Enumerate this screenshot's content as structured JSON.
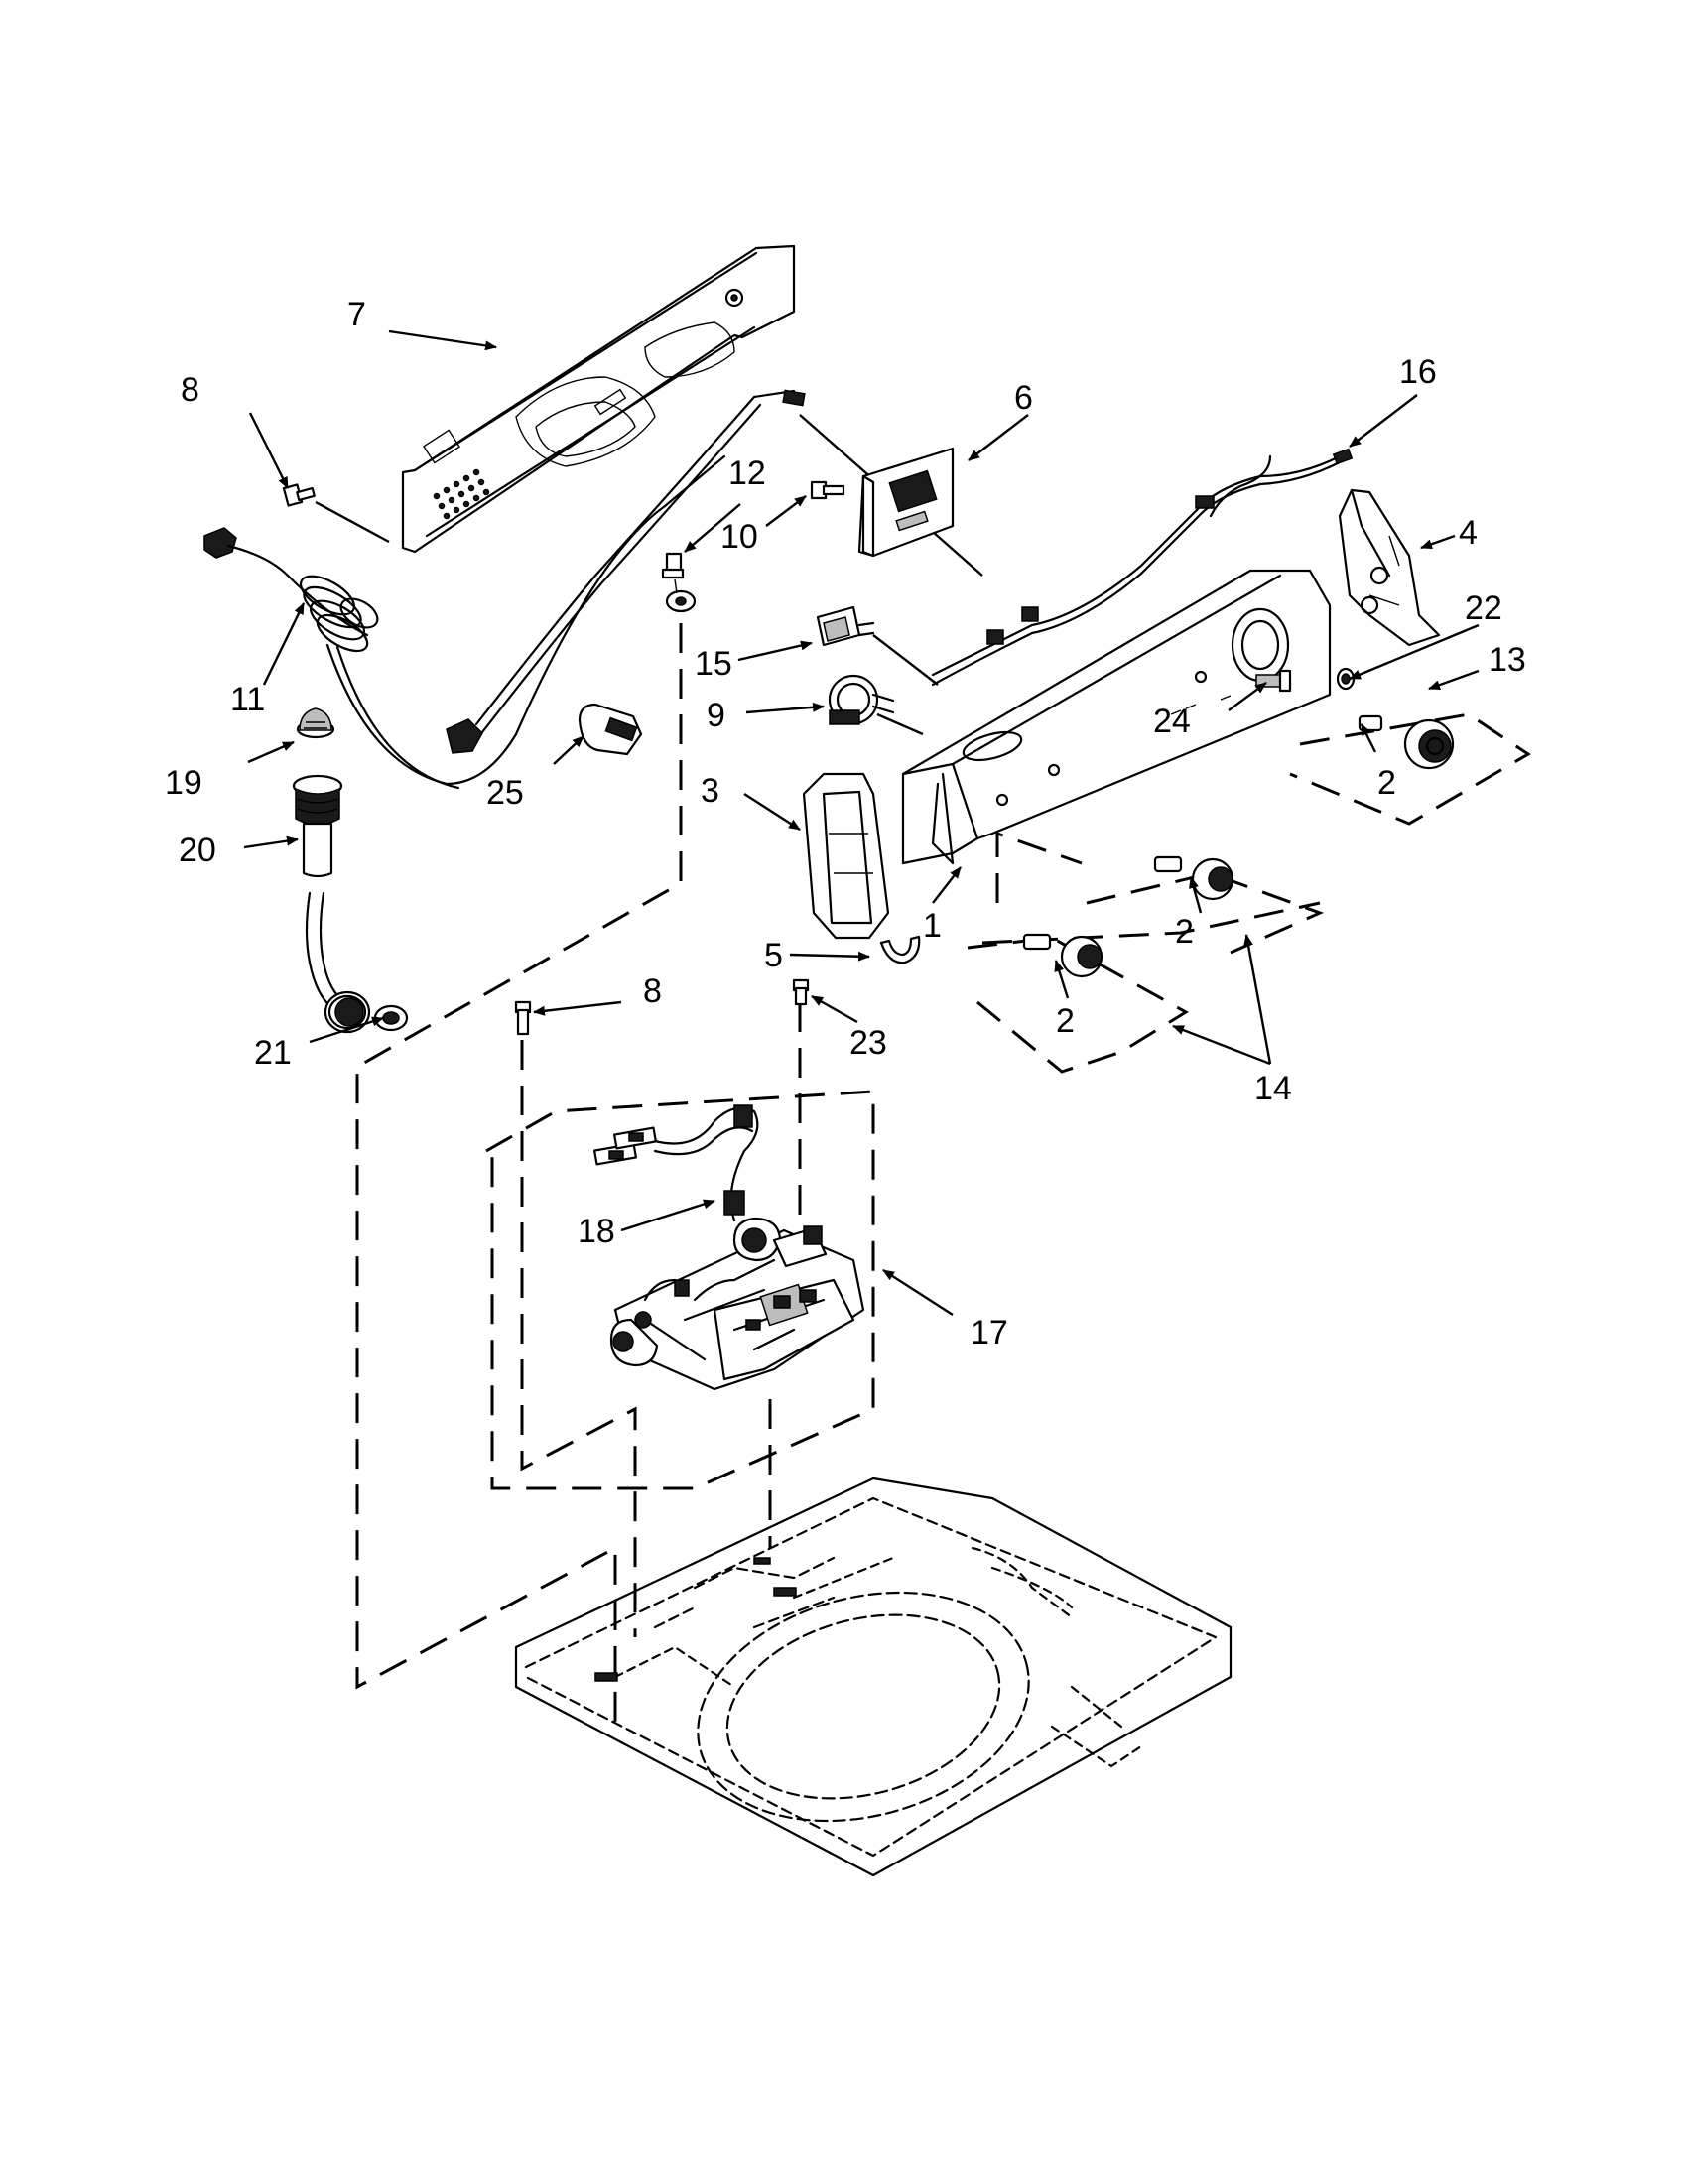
{
  "callouts": {
    "p1": "1",
    "p2a": "2",
    "p2b": "2",
    "p2c": "2",
    "p3": "3",
    "p4": "4",
    "p5": "5",
    "p6": "6",
    "p7": "7",
    "p8a": "8",
    "p8b": "8",
    "p9": "9",
    "p10": "10",
    "p11": "11",
    "p12": "12",
    "p13": "13",
    "p14": "14",
    "p15": "15",
    "p16": "16",
    "p17": "17",
    "p18": "18",
    "p19": "19",
    "p20": "20",
    "p21": "21",
    "p22": "22",
    "p23": "23",
    "p24": "24",
    "p25": "25"
  }
}
